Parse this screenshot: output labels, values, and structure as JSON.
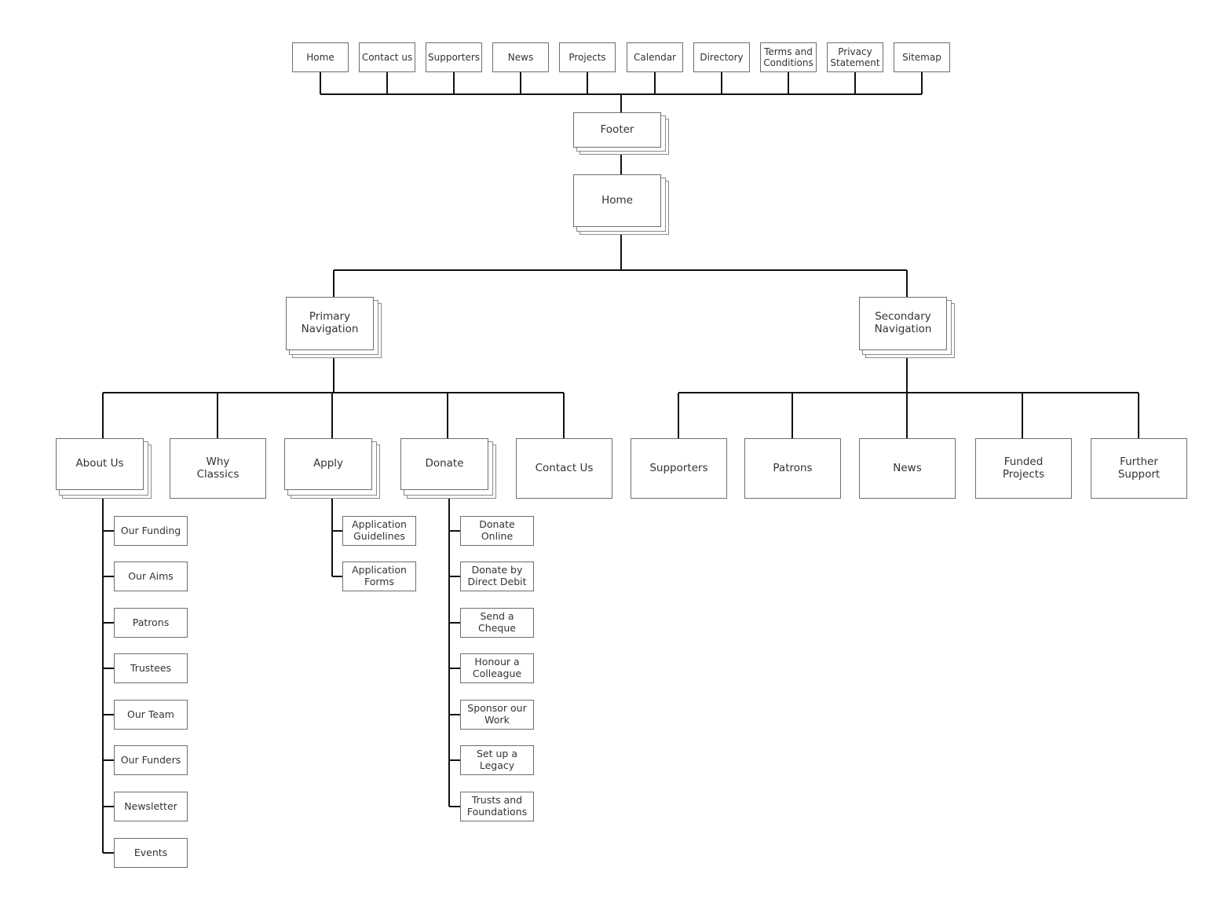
{
  "footer": {
    "label": "Footer",
    "links": [
      "Home",
      "Contact us",
      "Supporters",
      "News",
      "Projects",
      "Calendar",
      "Directory",
      "Terms and\nConditions",
      "Privacy\nStatement",
      "Sitemap"
    ]
  },
  "home": {
    "label": "Home"
  },
  "primary": {
    "label": "Primary\nNavigation",
    "sections": {
      "about": {
        "label": "About Us",
        "children": [
          "Our Funding",
          "Our Aims",
          "Patrons",
          "Trustees",
          "Our Team",
          "Our Funders",
          "Newsletter",
          "Events"
        ]
      },
      "why": {
        "label": "Why\nClassics"
      },
      "apply": {
        "label": "Apply",
        "children": [
          "Application\nGuidelines",
          "Application\nForms"
        ]
      },
      "donate": {
        "label": "Donate",
        "children": [
          "Donate Online",
          "Donate by\nDirect Debit",
          "Send a Cheque",
          "Honour a\nColleague",
          "Sponsor our\nWork",
          "Set up a Legacy",
          "Trusts and\nFoundations"
        ]
      },
      "contact": {
        "label": "Contact Us"
      }
    }
  },
  "secondary": {
    "label": "Secondary\nNavigation",
    "items": [
      "Supporters",
      "Patrons",
      "News",
      "Funded\nProjects",
      "Further\nSupport"
    ]
  }
}
